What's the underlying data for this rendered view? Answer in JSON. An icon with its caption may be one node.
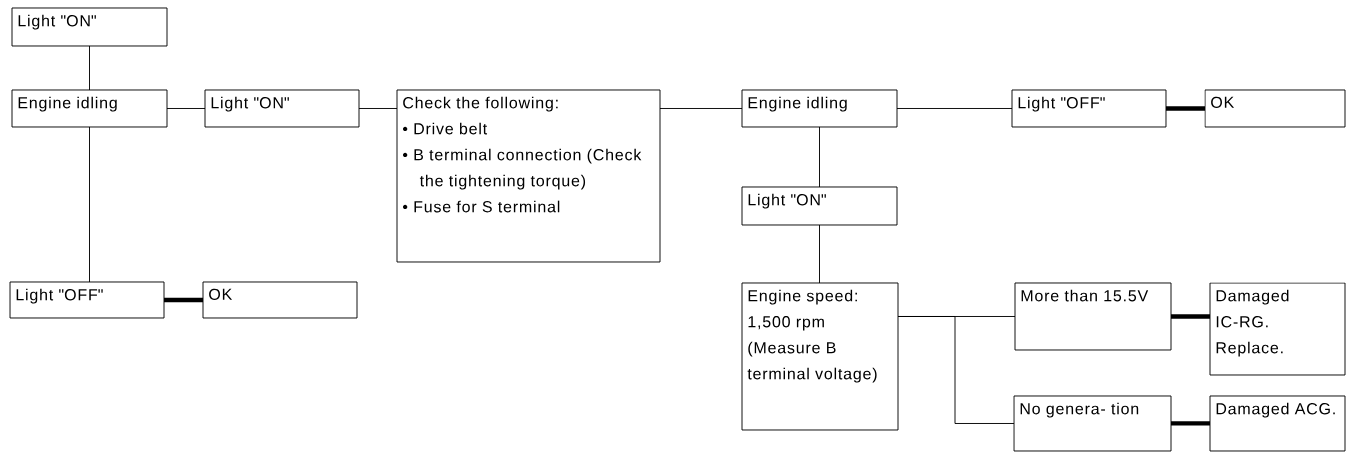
{
  "diagram": {
    "nodes": [
      {
        "text": [
          "Light \"ON\""
        ]
      },
      {
        "text": [
          "Engine idling"
        ]
      },
      {
        "text": [
          "Light \"ON\""
        ]
      },
      {
        "text": [
          "Check the following:",
          "• Drive belt",
          "• B terminal connection (Check the tightening torque)",
          "• Fuse for S terminal"
        ]
      },
      {
        "text": [
          "Engine idling"
        ]
      },
      {
        "text": [
          "Light \"OFF\""
        ]
      },
      {
        "text": [
          "OK"
        ]
      },
      {
        "text": [
          "Light \"OFF\""
        ]
      },
      {
        "text": [
          "OK"
        ]
      },
      {
        "text": [
          "Light \"ON\""
        ]
      },
      {
        "text": [
          "Engine speed: 1,500 rpm (Measure B terminal voltage)"
        ]
      },
      {
        "text": [
          "More than 15.5V"
        ]
      },
      {
        "text": [
          "Damaged IC-RG. Replace."
        ]
      },
      {
        "text": [
          "No genera- tion"
        ]
      },
      {
        "text": [
          "Damaged ACG."
        ]
      }
    ],
    "edges": [
      {
        "from": 0,
        "to": 1,
        "arrow": "none"
      },
      {
        "from": 1,
        "to": 2,
        "arrow": "none"
      },
      {
        "from": 2,
        "to": 3,
        "arrow": "none"
      },
      {
        "from": 3,
        "to": 4,
        "arrow": "none"
      },
      {
        "from": 4,
        "to": 5,
        "arrow": "none"
      },
      {
        "from": 5,
        "to": 6,
        "arrow": "none",
        "style": "thick"
      },
      {
        "from": 1,
        "to": 7,
        "arrow": "none"
      },
      {
        "from": 7,
        "to": 8,
        "arrow": "none",
        "style": "thick"
      },
      {
        "from": 4,
        "to": 9,
        "arrow": "none"
      },
      {
        "from": 9,
        "to": 10,
        "arrow": "none"
      },
      {
        "from": 10,
        "to": 11,
        "arrow": "none"
      },
      {
        "from": 10,
        "to": 13,
        "arrow": "none"
      },
      {
        "from": 11,
        "to": 12,
        "arrow": "none",
        "style": "thick"
      },
      {
        "from": 13,
        "to": 14,
        "arrow": "none",
        "style": "thick"
      }
    ]
  }
}
